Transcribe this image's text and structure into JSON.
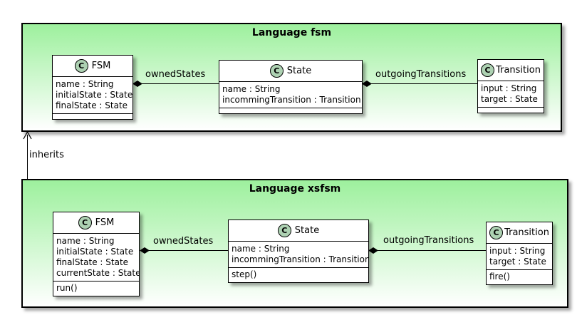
{
  "icons": {
    "class_stereotype_letter": "C"
  },
  "colors": {
    "package_top": "#9df09d",
    "package_bottom": "#ffffff",
    "class_fill": "#ffffff",
    "stereotype_circle_fill": "#ADD1B2",
    "line": "#000000",
    "text": "#000000"
  },
  "packages": [
    {
      "title": "Language fsm",
      "classes": [
        {
          "name": "FSM",
          "attributes": [
            "name : String",
            "initialState : State",
            "finalState : State"
          ],
          "methods": []
        },
        {
          "name": "State",
          "attributes": [
            "name : String",
            "incommingTransition : Transition"
          ],
          "methods": []
        },
        {
          "name": "Transition",
          "attributes": [
            "input : String",
            "target : State"
          ],
          "methods": []
        }
      ],
      "edges": [
        {
          "label": "ownedStates",
          "type": "composition",
          "from": "FSM",
          "to": "State"
        },
        {
          "label": "outgoingTransitions",
          "type": "composition",
          "from": "State",
          "to": "Transition"
        }
      ]
    },
    {
      "title": "Language xsfsm",
      "classes": [
        {
          "name": "FSM",
          "attributes": [
            "name : String",
            "initialState : State",
            "finalState : State",
            "currentState : State"
          ],
          "methods": [
            "run()"
          ]
        },
        {
          "name": "State",
          "attributes": [
            "name : String",
            "incommingTransition : Transition"
          ],
          "methods": [
            "step()"
          ]
        },
        {
          "name": "Transition",
          "attributes": [
            "input : String",
            "target : State"
          ],
          "methods": [
            "fire()"
          ]
        }
      ],
      "edges": [
        {
          "label": "ownedStates",
          "type": "composition",
          "from": "FSM",
          "to": "State"
        },
        {
          "label": "outgoingTransitions",
          "type": "composition",
          "from": "State",
          "to": "Transition"
        }
      ]
    }
  ],
  "relations": [
    {
      "label": "inherits",
      "from": "Language xsfsm",
      "to": "Language fsm",
      "type": "arrow"
    }
  ]
}
